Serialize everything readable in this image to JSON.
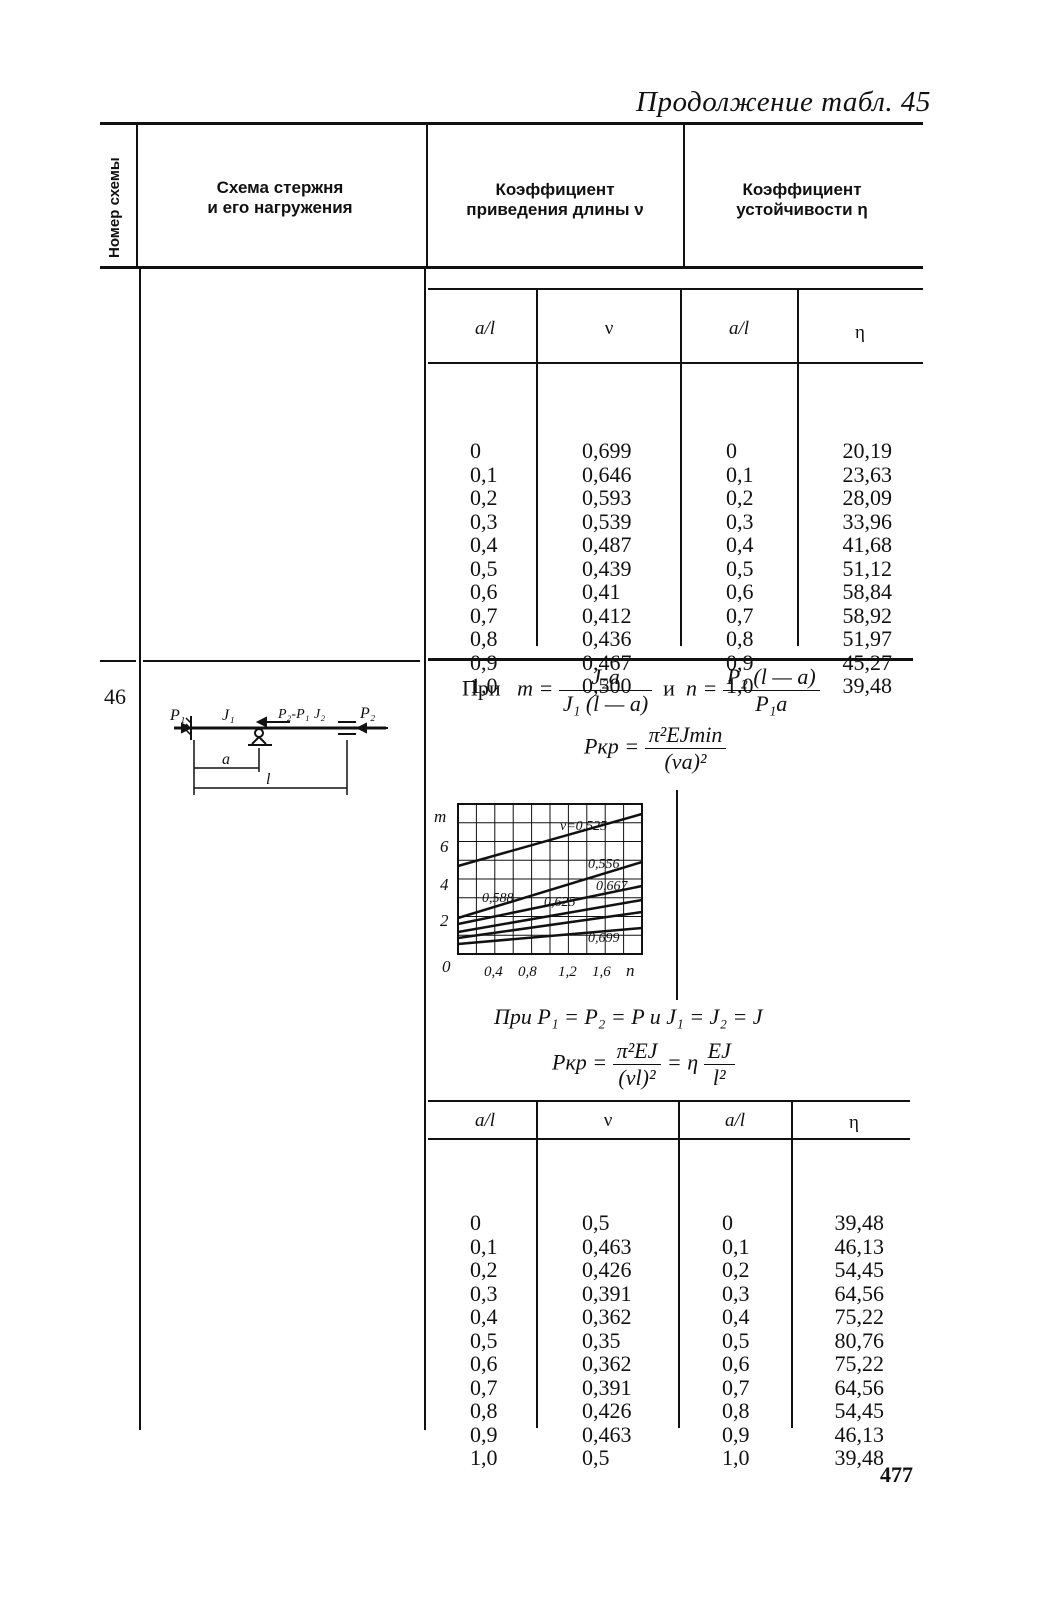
{
  "caption": "Продолжение табл. 45",
  "headers": {
    "scheme_no": "Номер схемы",
    "scheme": [
      "Схема стержня",
      "и его нагружения"
    ],
    "nu": [
      "Коэффициент",
      "приведения длины ν"
    ],
    "eta": [
      "Коэффициент",
      "устойчивости η"
    ]
  },
  "table1": {
    "col_headers": [
      "a/l",
      "ν",
      "a/l",
      "η"
    ],
    "a_l": [
      "0",
      "0,1",
      "0,2",
      "0,3",
      "0,4",
      "0,5",
      "0,6",
      "0,7",
      "0,8",
      "0,9",
      "1,0"
    ],
    "nu": [
      "0,699",
      "0,646",
      "0,593",
      "0,539",
      "0,487",
      "0,439",
      "0,41",
      "0,412",
      "0,436",
      "0,467",
      "0,500"
    ],
    "a_l2": [
      "0",
      "0,1",
      "0,2",
      "0,3",
      "0,4",
      "0,5",
      "0,6",
      "0,7",
      "0,8",
      "0,9",
      "1,0"
    ],
    "eta": [
      "20,19",
      "23,63",
      "28,09",
      "33,96",
      "41,68",
      "51,12",
      "58,84",
      "58,92",
      "51,97",
      "45,27",
      "39,48"
    ]
  },
  "scheme46": {
    "number": "46",
    "labels": {
      "p1": "P₁",
      "j1": "J₁",
      "p2p1": "P₂-P₁",
      "j2": "J₂",
      "p2": "P₂",
      "a": "a",
      "l": "l"
    }
  },
  "formulas": {
    "pri": "При",
    "m_lhs": "m =",
    "m_num": "J₂a",
    "m_den": "J₁ (l — a)",
    "and": "и",
    "n_lhs": "n =",
    "n_num": "P₂ (l — a)",
    "n_den": "P₁a",
    "pkr_lhs": "Pкр =",
    "pkr_num": "π²EJmin",
    "pkr_den": "(νa)²",
    "cond": "При P₁ = P₂ = P и J₁ = J₂ = J",
    "pkr2_lhs": "Pкр =",
    "pkr2_num": "π²EJ",
    "pkr2_den": "(νl)²",
    "eq_eta": "= η",
    "ej_num": "EJ",
    "ej_den": "l²"
  },
  "nomogram": {
    "y_axis_label": "m",
    "x_axis_label": "n",
    "y_ticks": [
      "6",
      "4",
      "2",
      "0"
    ],
    "x_ticks": [
      "0,4",
      "0,8",
      "1,2",
      "1,6"
    ],
    "curve_labels": [
      "ν=0,525",
      "0,556",
      "0,588",
      "0,625",
      "0,667",
      "0,699"
    ]
  },
  "table2": {
    "col_headers": [
      "a/l",
      "ν",
      "a/l",
      "η"
    ],
    "a_l": [
      "0",
      "0,1",
      "0,2",
      "0,3",
      "0,4",
      "0,5",
      "0,6",
      "0,7",
      "0,8",
      "0,9",
      "1,0"
    ],
    "nu": [
      "0,5",
      "0,463",
      "0,426",
      "0,391",
      "0,362",
      "0,35",
      "0,362",
      "0,391",
      "0,426",
      "0,463",
      "0,5"
    ],
    "a_l2": [
      "0",
      "0,1",
      "0,2",
      "0,3",
      "0,4",
      "0,5",
      "0,6",
      "0,7",
      "0,8",
      "0,9",
      "1,0"
    ],
    "eta": [
      "39,48",
      "46,13",
      "54,45",
      "64,56",
      "75,22",
      "80,76",
      "75,22",
      "64,56",
      "54,45",
      "46,13",
      "39,48"
    ]
  },
  "page_number": "477"
}
